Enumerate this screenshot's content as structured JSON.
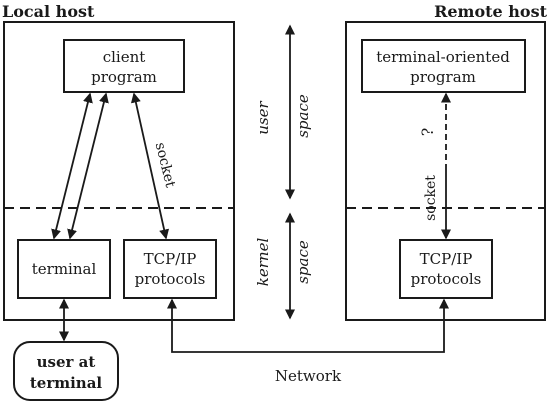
{
  "local_host": {
    "title": "Local host"
  },
  "remote_host": {
    "title": "Remote host"
  },
  "client_program": {
    "line1": "client",
    "line2": "program"
  },
  "terminal_oriented_program": {
    "line1": "terminal-oriented",
    "line2": "program"
  },
  "terminal": {
    "label": "terminal"
  },
  "local_tcpip": {
    "line1": "TCP/IP",
    "line2": "protocols"
  },
  "remote_tcpip": {
    "line1": "TCP/IP",
    "line2": "protocols"
  },
  "user_at_terminal": {
    "line1": "user at",
    "line2": "terminal"
  },
  "user_space": {
    "line1": "user",
    "line2": "space"
  },
  "kernel_space": {
    "line1": "kernel",
    "line2": "space"
  },
  "socket_local": "socket",
  "socket_remote": "socket",
  "unknown_mark": "?",
  "network": "Network"
}
